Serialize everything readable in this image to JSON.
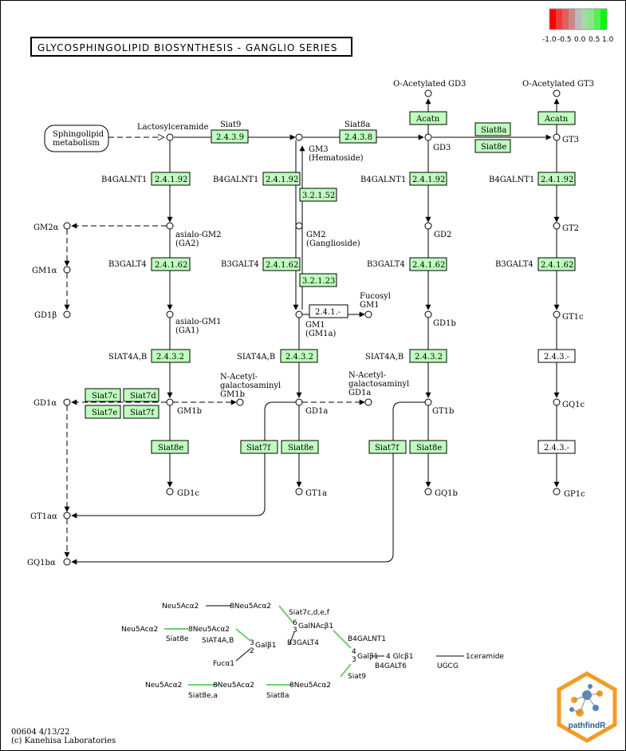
{
  "title": "GLYCOSPHINGOLIPID BIOSYNTHESIS - GANGLIO SERIES",
  "legend": {
    "ticks": [
      "-1.0",
      "-0.5",
      "0.0",
      "0.5",
      "1.0"
    ],
    "colors": [
      "#ff0000",
      "#f03a3a",
      "#e06060",
      "#cc8888",
      "#bbbbbb",
      "#a8d8a8",
      "#88e888",
      "#55f055",
      "#00ff00"
    ]
  },
  "compounds": {
    "sphingolipid": [
      "Sphingolipid",
      "metabolism"
    ],
    "lactosylceramide": "Lactosylceramide",
    "gm3": [
      "GM3",
      "(Hematoside)"
    ],
    "gd3": "GD3",
    "gt3": "GT3",
    "oacetyl_gd3": "O-Acetylated GD3",
    "oacetyl_gt3": "O-Acetylated GT3",
    "ga2": [
      "asialo-GM2",
      "(GA2)"
    ],
    "gm2": [
      "GM2",
      "(Ganglioside)"
    ],
    "gd2": "GD2",
    "gt2": "GT2",
    "ga1": [
      "asialo-GM1",
      "(GA1)"
    ],
    "gm1": [
      "GM1",
      "(GM1a)"
    ],
    "gd1b": "GD1b",
    "gt1c": "GT1c",
    "fucosyl": [
      "Fucosyl",
      "GM1"
    ],
    "gm1b": "GM1b",
    "gd1a": "GD1a",
    "gt1b": "GT1b",
    "gq1c": "GQ1c",
    "nacetyl_gm1b": [
      "N-Acetyl-",
      "galactosaminyl",
      "GM1b"
    ],
    "nacetyl_gd1a": [
      "N-Acetyl-",
      "galactosaminyl",
      "GD1a"
    ],
    "gd1c": "GD1c",
    "gt1a": "GT1a",
    "gq1b": "GQ1b",
    "gp1c": "GP1c",
    "gm2a": "GM2α",
    "gm1a_alpha": "GM1α",
    "gd1b_beta": "GD1β",
    "gd1a_alpha": "GD1α",
    "gt1a_alpha": "GT1aα",
    "gq1b_alpha": "GQ1bα"
  },
  "enzymes": {
    "siat9_label": "Siat9",
    "ec_2439": "2.4.3.9",
    "siat8a_label": "Siat8a",
    "ec_2438": "2.4.3.8",
    "acatn": "Acatn",
    "siat8a": "Siat8a",
    "siat8e": "Siat8e",
    "b4galnt1": "B4GALNT1",
    "ec_24192": "2.4.1.92",
    "ec_32152": "3.2.1.52",
    "b3galt4": "B3GALT4",
    "ec_24162": "2.4.1.62",
    "ec_32123": "3.2.1.23",
    "ec_241": "2.4.1.-",
    "siat4ab": "SIAT4A,B",
    "ec_2432": "2.4.3.2",
    "ec_243": "2.4.3.-",
    "siat7c": "Siat7c",
    "siat7d": "Siat7d",
    "siat7e": "Siat7e",
    "siat7f": "Siat7f"
  },
  "structure": {
    "top_left": "Neu5Acα2",
    "top_mid": "8Neu5Acα2",
    "siat7": "Siat7c,d,e,f",
    "neu1": "Neu5Acα2",
    "neu2": "8Neu5Acα2",
    "siat8e": "Siat8e",
    "siat4ab": "SIAT4A,B",
    "num6": "6",
    "num3a": "3",
    "galnac": "GalNAcβ1",
    "b4galnt1": "B4GALNT1",
    "num3b": "3",
    "galb1": "Galβ1",
    "num2": "2",
    "b3galt4": "B3GALT4",
    "fuc": "Fucα1",
    "num4": "4",
    "num3c": "3",
    "gal2": "Galβ1",
    "glc": "4 Glcβ1",
    "ceramide": "1ceramide",
    "b4galt6": "B4GALT6",
    "ugcg": "UGCG",
    "bot1": "Neu5Acα2",
    "bot2": "8Neu5Acα2",
    "bot3": "8Neu5Acα2",
    "siat8ea": "Siat8e,a",
    "siat8a": "Siat8a",
    "siat9": "Siat9"
  },
  "footer": {
    "code": "00604 4/13/22",
    "copyright": "(c) Kanehisa Laboratories"
  },
  "logo_text": "pathfindR"
}
